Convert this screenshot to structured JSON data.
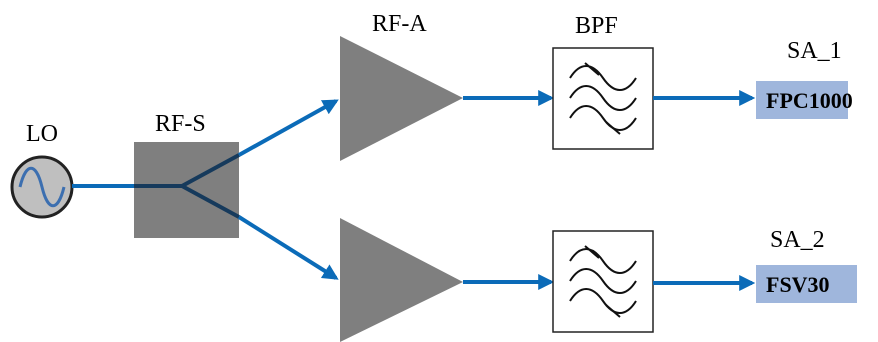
{
  "labels": {
    "lo": "LO",
    "splitter": "RF-S",
    "amp_top": "RF-A",
    "bpf": "BPF",
    "sa1_title": "SA_1",
    "sa1_device": "FPC1000",
    "sa2_title": "SA_2",
    "sa2_device": "FSV30"
  },
  "colors": {
    "wire": "#0b6bb8",
    "splitter_fill": "#7f7f7f",
    "amp_fill": "#7f7f7f",
    "device_box": "#9fb6dc",
    "lo_fill": "#bfbfbf",
    "lo_wave": "#3c6fb0"
  }
}
